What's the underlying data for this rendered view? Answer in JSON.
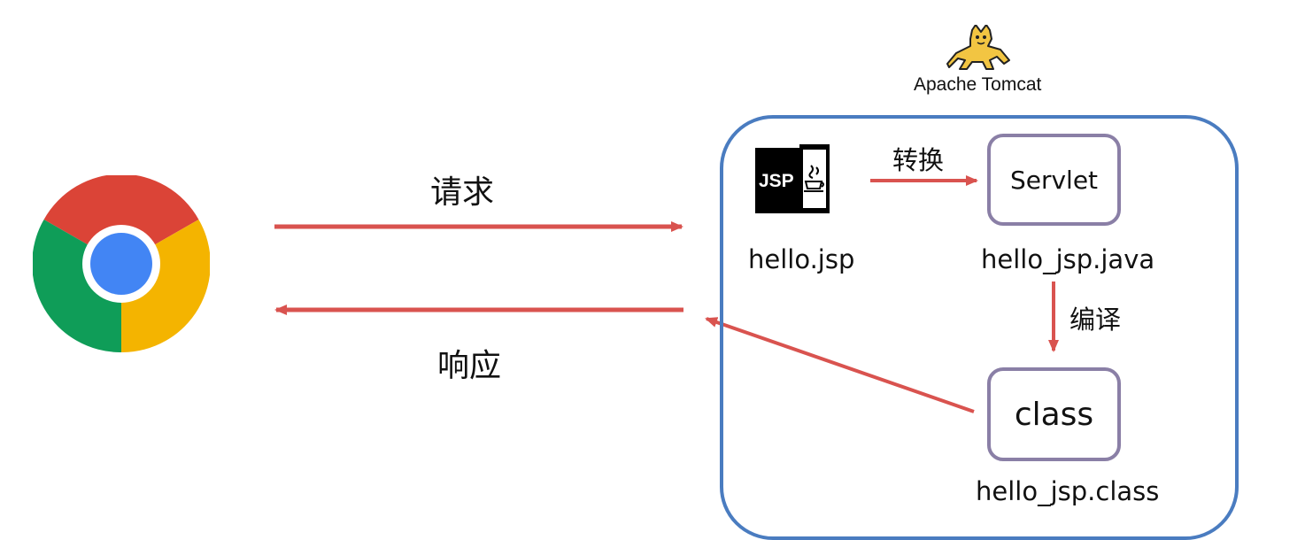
{
  "server": {
    "logo_text": "Apache Tomcat"
  },
  "arrows": {
    "request_label": "请求",
    "response_label": "响应"
  },
  "files": {
    "jsp_icon_text": "JSP",
    "jsp_name": "hello.jsp",
    "servlet_box": "Servlet",
    "servlet_name": "hello_jsp.java",
    "class_box": "class",
    "class_name": "hello_jsp.class"
  },
  "steps": {
    "convert_label": "转换",
    "compile_label": "编译"
  },
  "colors": {
    "arrow": "#d9534f",
    "server_border": "#4a7cc0",
    "box_border": "#8a7fa6",
    "chrome_red": "#db4437",
    "chrome_green": "#0f9d58",
    "chrome_yellow": "#f4b400",
    "chrome_blue": "#4285f4"
  }
}
